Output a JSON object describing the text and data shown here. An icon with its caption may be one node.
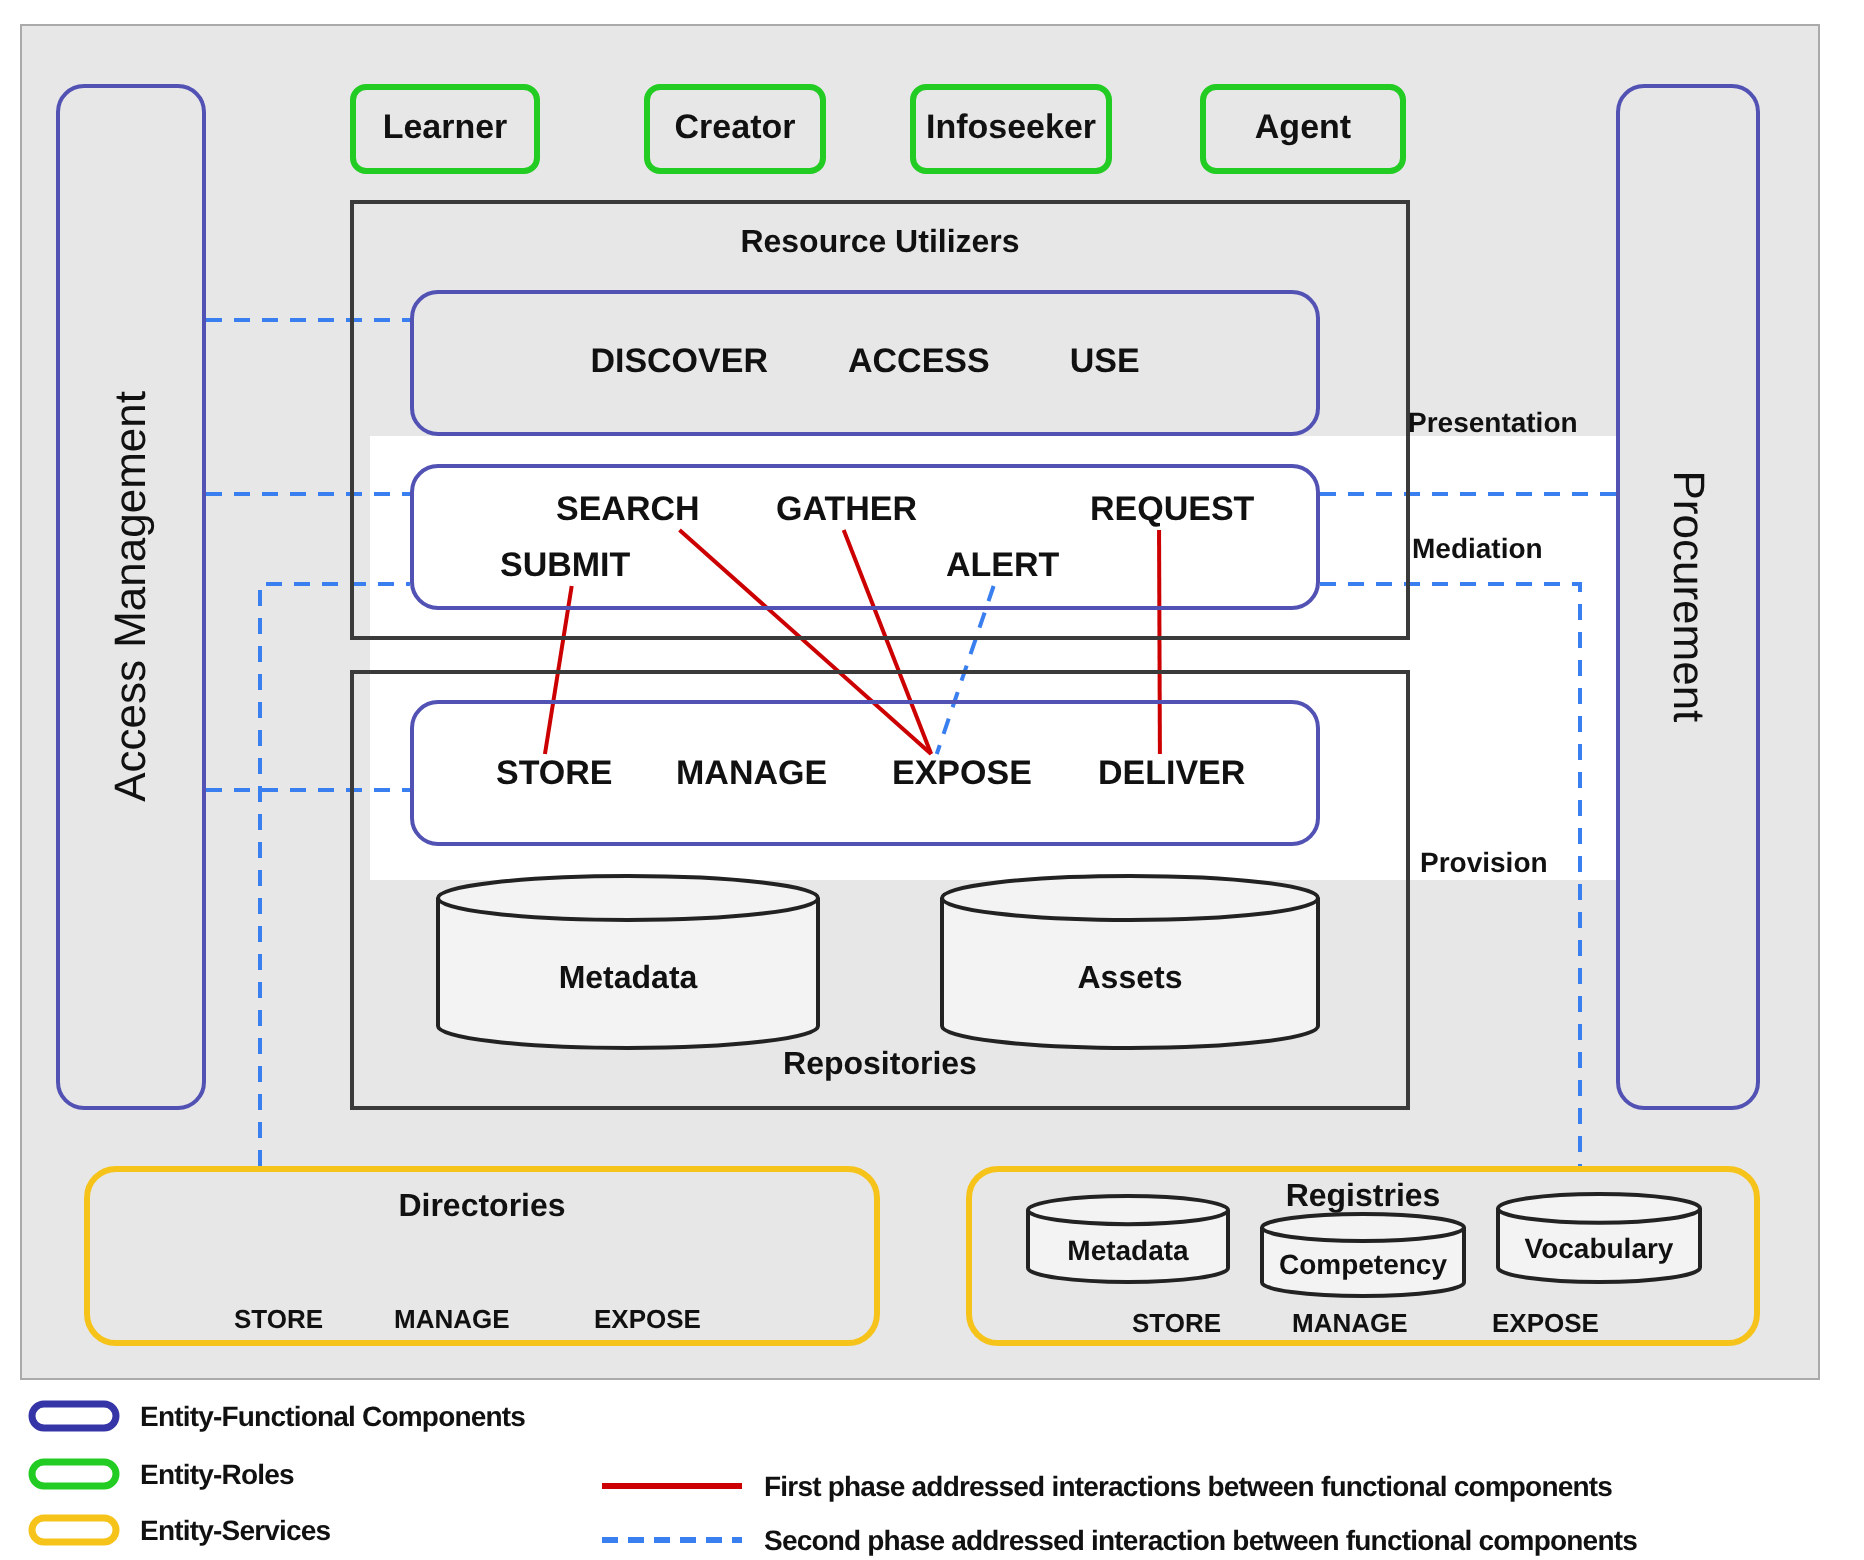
{
  "diagram": {
    "nodes": [
      {
        "text": [
          "Access Management"
        ]
      },
      {
        "text": [
          "Procurement"
        ]
      },
      {
        "text": [
          "Learner"
        ]
      },
      {
        "text": [
          "Creator"
        ]
      },
      {
        "text": [
          "Infoseeker"
        ]
      },
      {
        "text": [
          "Agent"
        ]
      },
      {
        "text": [
          "Resource Utilizers"
        ]
      },
      {
        "text": [
          "DISCOVER",
          "ACCESS",
          "USE"
        ],
        "in": 6
      },
      {
        "text": [],
        "shape": "box",
        "in": 6
      },
      {
        "text": [
          "SEARCH"
        ],
        "in": 8
      },
      {
        "text": [
          "GATHER"
        ],
        "in": 8
      },
      {
        "text": [
          "REQUEST"
        ],
        "in": 8
      },
      {
        "text": [
          "SUBMIT"
        ],
        "in": 8
      },
      {
        "text": [
          "ALERT"
        ],
        "in": 8
      },
      {
        "text": [
          "Repositories"
        ]
      },
      {
        "text": [],
        "shape": "box",
        "in": 14
      },
      {
        "text": [
          "STORE"
        ],
        "in": 15
      },
      {
        "text": [
          "MANAGE"
        ],
        "in": 15
      },
      {
        "text": [
          "EXPOSE"
        ],
        "in": 15
      },
      {
        "text": [
          "DELIVER"
        ],
        "in": 15
      },
      {
        "text": [
          "Metadata"
        ],
        "in": 14
      },
      {
        "text": [
          "Assets"
        ],
        "in": 14
      },
      {
        "text": [
          "Directories",
          "STORE",
          "MANAGE",
          "EXPOSE"
        ]
      },
      {
        "text": [
          "Registries",
          "STORE",
          "MANAGE",
          "EXPOSE"
        ]
      },
      {
        "text": [
          "Metadata"
        ],
        "in": 23
      },
      {
        "text": [
          "Competency"
        ],
        "in": 23
      },
      {
        "text": [
          "Vocabulary"
        ],
        "in": 23
      }
    ],
    "edges": [
      {
        "from": 0,
        "to": 7,
        "arrow": "none",
        "style": "dashed"
      },
      {
        "from": 0,
        "to": 8,
        "arrow": "none",
        "style": "dashed"
      },
      {
        "from": 0,
        "to": 15,
        "arrow": "none",
        "style": "dashed"
      },
      {
        "from": 8,
        "to": 1,
        "arrow": "none",
        "style": "dashed"
      },
      {
        "from": 22,
        "to": 8,
        "arrow": "none",
        "style": "dashed"
      },
      {
        "from": 8,
        "to": 23,
        "arrow": "none",
        "style": "dashed"
      },
      {
        "from": 12,
        "to": 16,
        "arrow": "none",
        "color": "#cc0000"
      },
      {
        "from": 9,
        "to": 18,
        "arrow": "none",
        "color": "#cc0000"
      },
      {
        "from": 10,
        "to": 18,
        "arrow": "none",
        "color": "#cc0000"
      },
      {
        "from": 11,
        "to": 19,
        "arrow": "none",
        "color": "#cc0000"
      },
      {
        "from": 13,
        "to": 18,
        "arrow": "none",
        "style": "dashed"
      }
    ],
    "labels": [
      "Presentation",
      "Mediation",
      "Provision"
    ],
    "legend": [
      {
        "text": "Entity-Functional Components"
      },
      {
        "text": "Entity-Roles"
      },
      {
        "text": "Entity-Services"
      },
      {
        "text": "First phase addressed interactions between functional components"
      },
      {
        "text": "Second phase addressed interaction between functional components"
      }
    ]
  }
}
